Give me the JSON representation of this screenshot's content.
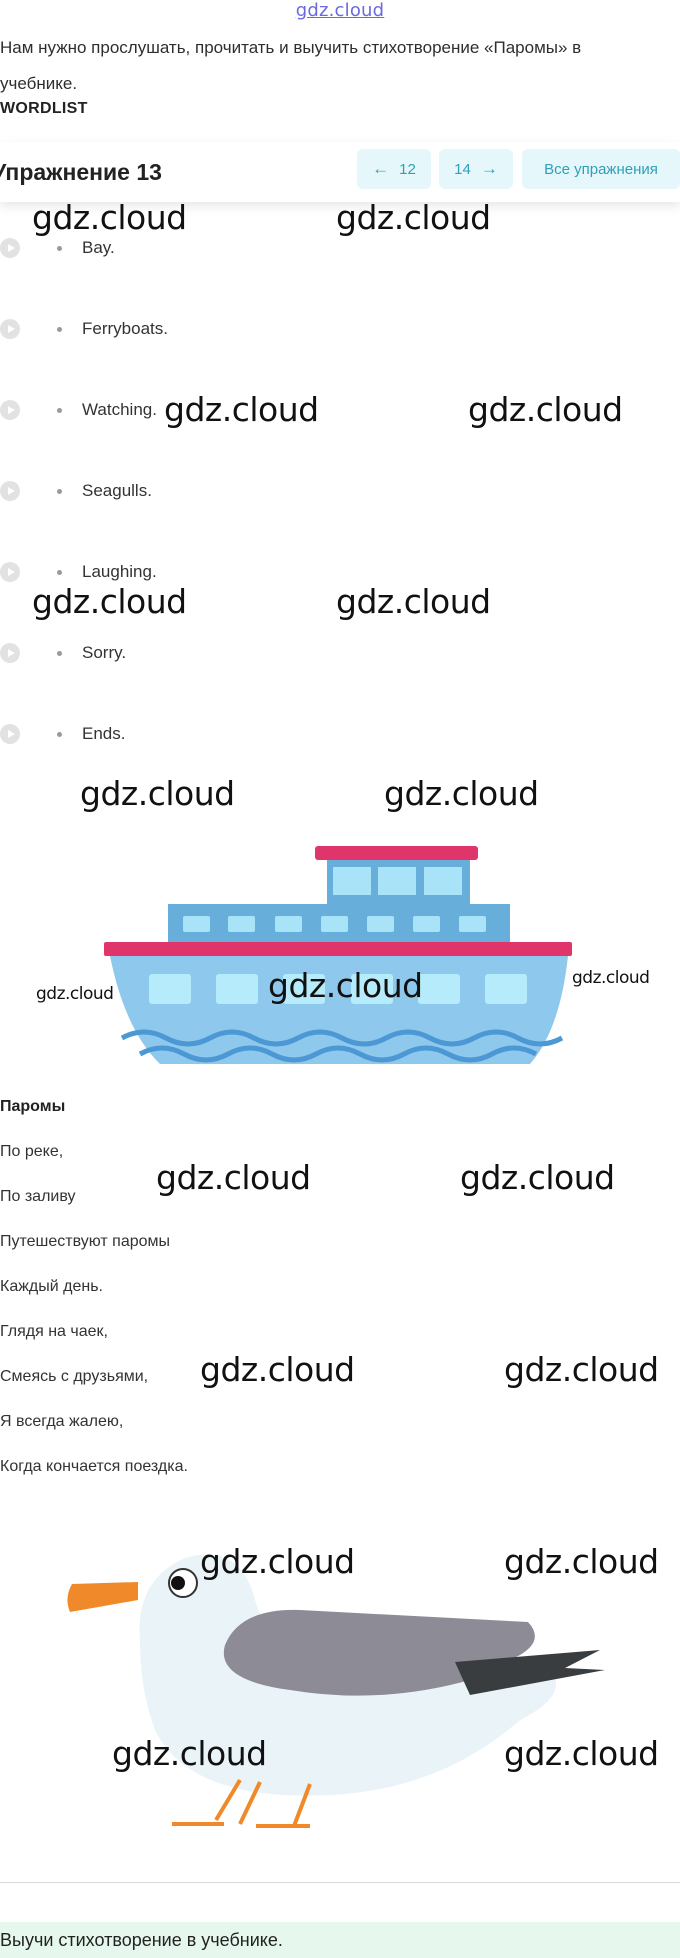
{
  "site_logo": "gdz.cloud",
  "intro_text": "Нам нужно прослушать, прочитать и выучить стихотворение «Паромы» в учебнике.",
  "wordlist_label": "WORDLIST",
  "exercise": {
    "title": "Упражнение 13",
    "prev_label": "12",
    "next_label": "14",
    "all_label": "Все упражнения"
  },
  "words": [
    "Bay.",
    "Ferryboats.",
    "Watching.",
    "Seagulls.",
    "Laughing.",
    "Sorry.",
    "Ends."
  ],
  "poem": {
    "title": "Паромы",
    "lines": [
      "По реке,",
      "По заливу",
      "Путешествуют паромы",
      "Каждый день.",
      "Глядя на чаек,",
      "Смеясь с друзьями,",
      "Я всегда жалею,",
      "Когда кончается поездка."
    ]
  },
  "final_text": "Выучи стихотворение в учебнике.",
  "watermark": "gdz.cloud",
  "colors": {
    "accent": "#2fa0b8",
    "nav_bg": "#e6f7fb",
    "final_bg": "#e6f8ee",
    "ship_red": "#e0356a",
    "ship_blue": "#67aedb",
    "beak_orange": "#f0892a"
  },
  "icons": [
    "arrow-left-icon",
    "arrow-right-icon",
    "play-icon"
  ]
}
